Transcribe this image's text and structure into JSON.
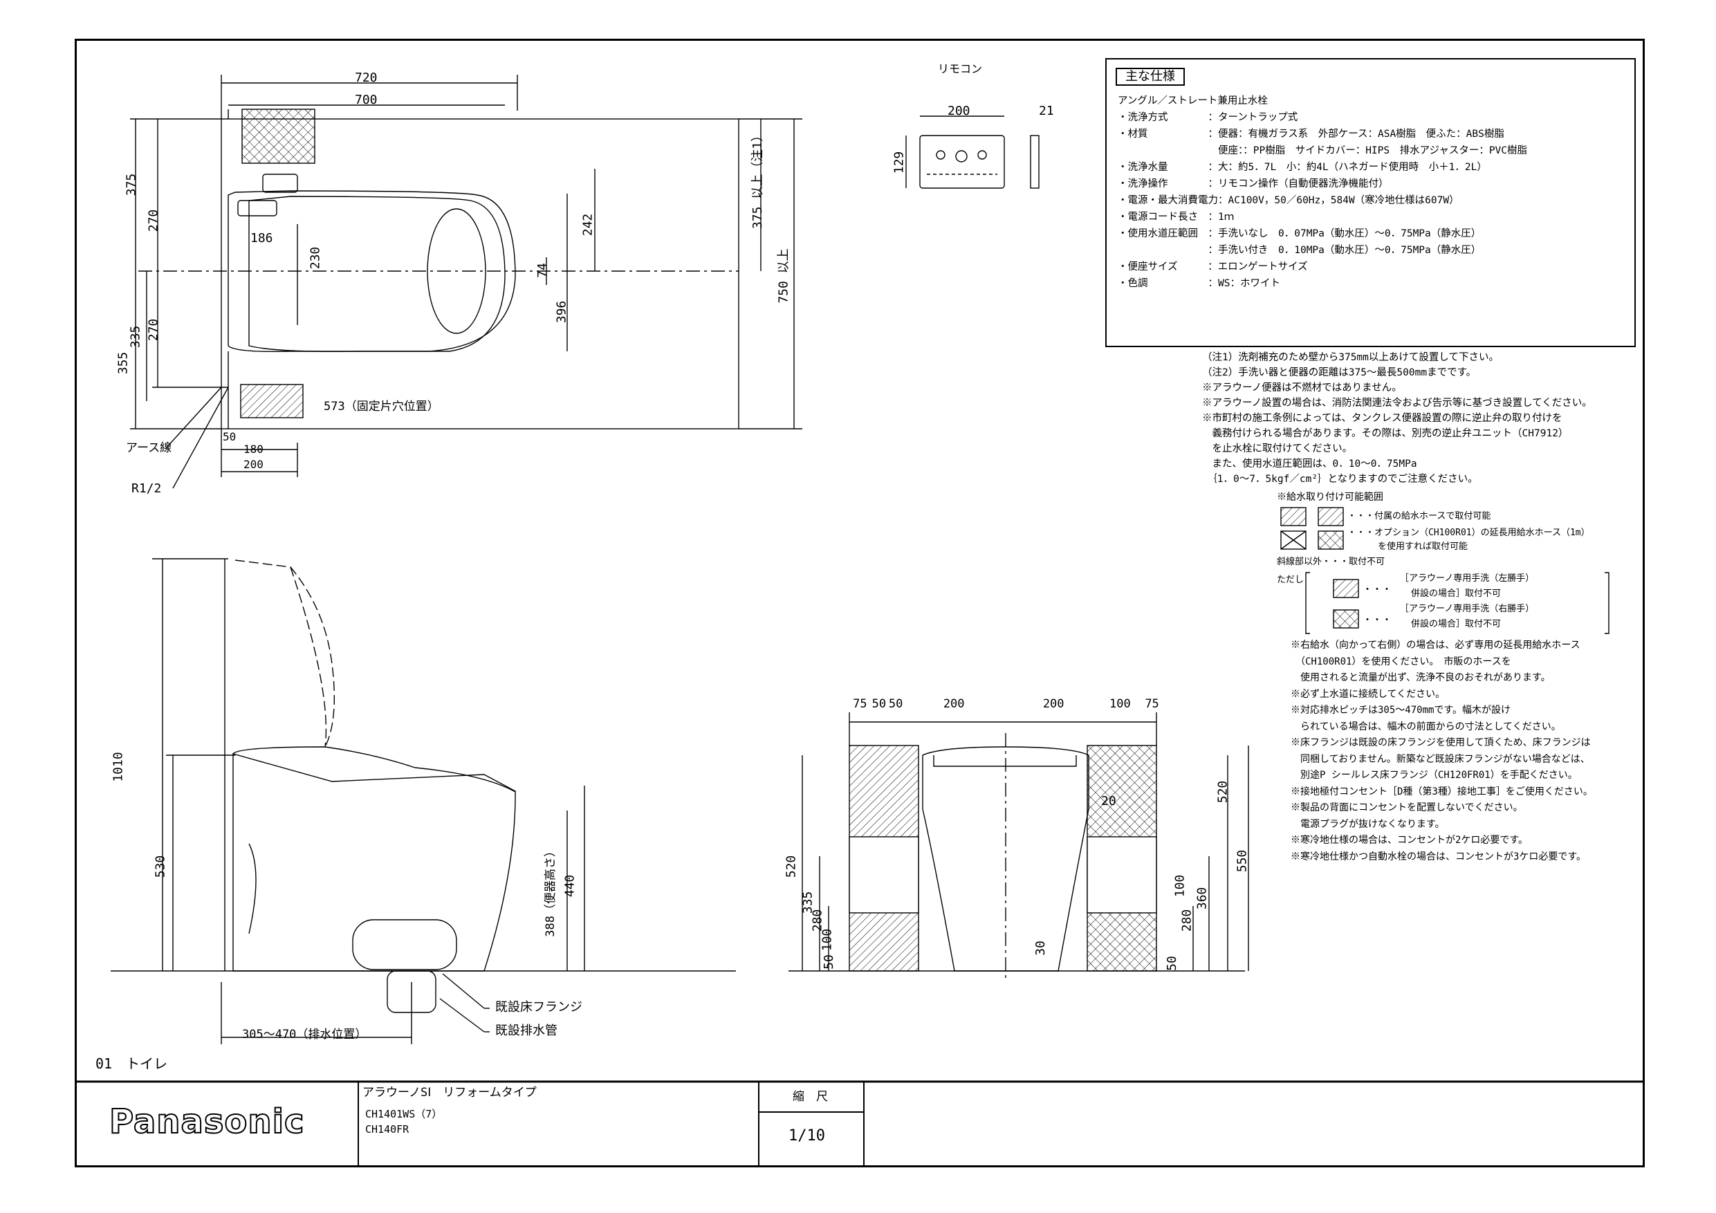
{
  "remote": {
    "label": "リモコン",
    "dims": {
      "width": "200",
      "depth": "21",
      "height": "129"
    }
  },
  "spec": {
    "title": "主な仕様",
    "lines": [
      "アングル／ストレート兼用止水栓",
      "・洗浄方式　　　　：ターントラップ式",
      "・材質　　　　　　：便器：有機ガラス系　外部ケース：ASA樹脂　便ふた：ABS樹脂",
      "　　　　　　　　　　便座：：PP樹脂　サイドカバー：HIPS　排水アジャスター：PVC樹脂",
      "・洗浄水量　　　　：大：約5．7L　小：約4L（ハネガード使用時　小＋1．2L）",
      "・洗浄操作　　　　：リモコン操作（自動便器洗浄機能付）",
      "・電源・最大消費電力：AC100V，50／60Hz，584W（寒冷地仕様は607W）",
      "・電源コード長さ　：1ｍ",
      "・使用水道圧範囲　：手洗いなし　0．07MPa（動水圧）～0．75MPa（静水圧）",
      "　　　　　　　　　：手洗い付き　0．10MPa（動水圧）～0．75MPa（静水圧）",
      "・便座サイズ　　　：エロンゲートサイズ",
      "・色調　　　　　　：WS：ホワイト"
    ]
  },
  "notes": [
    "（注1）洗剤補充のため壁から375mm以上あけて設置して下さい。",
    "（注2）手洗い器と便器の距離は375～最長500mmまでです。",
    "※アラウーノ便器は不燃材ではありません。",
    "※アラウーノ設置の場合は、消防法関連法令および告示等に基づき設置してください。",
    "※市町村の施工条例によっては、タンクレス便器設置の際に逆止弁の取り付けを",
    "　義務付けられる場合があります。その際は、別売の逆止弁ユニット（CH7912）",
    "　を止水栓に取付けてください。",
    "　また、使用水道圧範囲は、0．10～0．75MPa",
    "　｛1．0～7．5kgf／cm²｝となりますのでご注意ください。"
  ],
  "water_supply": {
    "title": "※給水取り付け可能範囲",
    "legend1": "・・・付属の給水ホースで取付可能",
    "legend2a": "・・・オプション（CH100R01）の延長用給水ホース（1m）",
    "legend2b": "を使用すれば取付可能",
    "outside": "斜線部以外・・・取付不可",
    "tadashi": "ただし",
    "bracket1a": "［アラウーノ専用手洗（左勝手）",
    "bracket1b": "併設の場合］取付不可",
    "bracket2a": "［アラウーノ専用手洗（右勝手）",
    "bracket2b": "併設の場合］取付不可",
    "dots": "・・・"
  },
  "notes2": [
    "※右給水（向かって右側）の場合は、必ず専用の延長用給水ホース",
    "　（CH100R01）を使用ください。　市販のホースを",
    "　使用されると流量が出ず、洗浄不良のおそれがあります。",
    "※必ず上水道に接続してください。",
    "※対応排水ピッチは305～470mmです。幅木が設け",
    "　られている場合は、幅木の前面からの寸法としてください。",
    "※床フランジは既設の床フランジを使用して頂くため、床フランジは",
    "　同梱しておりません。新築など既設床フランジがない場合などは、",
    "　別途P シールレス床フランジ（CH120FR01）を手配ください。",
    "※接地極付コンセント［D種（第3種）接地工事］をご使用ください。",
    "※製品の背面にコンセントを配置しないでください。",
    "　電源プラグが抜けなくなります。",
    "※寒冷地仕様の場合は、コンセントが2ケロ必要です。",
    "※寒冷地仕様かつ自動水栓の場合は、コンセントが3ケロ必要です。"
  ],
  "plan": {
    "d720": "720",
    "d700": "700",
    "d375": "375",
    "d270a": "270",
    "d186": "186",
    "d230": "230",
    "d242": "242",
    "d74": "74",
    "d396": "396",
    "d375note": "375 以上（注1）",
    "d750": "750 以上",
    "d335": "335",
    "d270b": "270",
    "d355": "355",
    "d573": "573（固定片穴位置）",
    "d50": "50",
    "d180": "180",
    "d200": "200",
    "earth": "アース線",
    "r12": "R1/2"
  },
  "side": {
    "d1010": "1010",
    "d530": "530",
    "d388": "388（便器高さ）",
    "d440": "440",
    "flange": "既設床フランジ",
    "drain": "既設排水管",
    "pitch": "305～470（排水位置）"
  },
  "front": {
    "top": [
      "75",
      "50",
      "50",
      "200",
      "200",
      "100",
      "75"
    ],
    "d520l": "520",
    "d335": "335",
    "d280l": "280",
    "d100l": "100",
    "d50l": "50",
    "d20": "20",
    "d30": "30",
    "d520r": "520",
    "d550": "550",
    "d360": "360",
    "d100r": "100",
    "d280r": "280",
    "d50r": "50"
  },
  "titleblock": {
    "caption": "01　トイレ",
    "brand": "Panasonic",
    "product": "アラウーノSⅠ　リフォームタイプ",
    "model1": "CH1401WS（7）",
    "model2": "CH140FR",
    "scale_label": "縮　尺",
    "scale_value": "1/10"
  }
}
